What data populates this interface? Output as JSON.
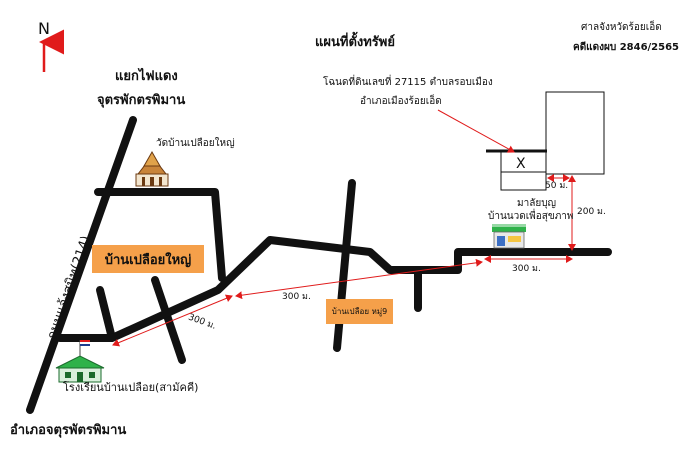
{
  "title": "แผนที่ตั้งทรัพย์",
  "court": "ศาลจังหวัดร้อยเอ็ด",
  "case_no": "คดีแดงผบ 2846/2565",
  "north": "N",
  "deed": {
    "line1": "โฉนดที่ดินเลขที่ 27115 ตำบลรอบเมือง",
    "line2": "อำเภอเมืองร้อยเอ็ด"
  },
  "intersection": {
    "line1": "แยกไฟแดง",
    "line2": "จุตรพักตรพิมาน"
  },
  "temple": "วัดบ้านเปลือยใหญ่",
  "highway": "ถนนแจ้งสนิท(214)",
  "village_main": "บ้านเปลือยใหญ่",
  "village_moo9": "บ้านเปลือย หมู่9",
  "shop": {
    "line1": "มาลัยบุญ",
    "line2": "บ้านนวดเพื่อสุขภาพ"
  },
  "school": "โรงเรียนบ้านเปลือย(สามัคคี)",
  "district": "อำเภอจตุรพัตรพิมาน",
  "parcel_mark": "X",
  "distances": {
    "d300_upper": "300 ม.",
    "d300_lower": "300 ม.",
    "d300_right": "300 ม.",
    "d200": "200 ม.",
    "d50": "50 ม."
  },
  "colors": {
    "road": "#111111",
    "arrow": "#e01b1b",
    "tag": "#f5a04a",
    "flag_red": "#e01b1b",
    "flag_blue": "#1f3d8f",
    "building": "#2fb24a"
  }
}
